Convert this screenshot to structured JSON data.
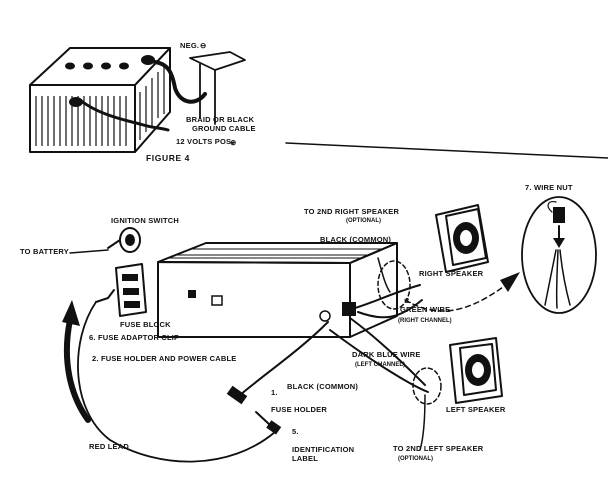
{
  "figure": {
    "caption": "FIGURE 4",
    "battery": {
      "neg_label": "NEG.",
      "neg_symbol": "⊖",
      "ground_label_line1": "BRAID OR BLACK",
      "ground_label_line2": "GROUND CABLE",
      "pos_label": "12 VOLTS POS.",
      "pos_symbol": "⊕"
    }
  },
  "wiring": {
    "ignition_switch": "IGNITION SWITCH",
    "to_battery": "TO BATTERY",
    "fuse_block": "FUSE BLOCK",
    "fuse_adaptor_clip": "6. FUSE ADAPTOR CLIP",
    "fuse_holder_power_cable": "2. FUSE HOLDER AND POWER CABLE",
    "num_1": "1.",
    "fuse_holder": "FUSE HOLDER",
    "num_5": "5.",
    "identification_label_line1": "IDENTIFICATION",
    "identification_label_line2": "LABEL",
    "red_lead": "RED LEAD",
    "to_2nd_right_speaker": "TO 2ND RIGHT SPEAKER",
    "optional_top": "(OPTIONAL)",
    "black_common_top": "BLACK (COMMON)",
    "right_speaker": "RIGHT SPEAKER",
    "num_3": "3.",
    "green_wire": "GREEN WIRE",
    "right_channel": "(RIGHT CHANNEL)",
    "dark_blue_wire": "DARK BLUE WIRE",
    "left_channel": "(LEFT CHANNEL)",
    "black_common_bottom": "BLACK (COMMON)",
    "left_speaker": "LEFT SPEAKER",
    "to_2nd_left_speaker": "TO 2ND LEFT SPEAKER",
    "optional_bottom": "(OPTIONAL)",
    "wire_nut": "7. WIRE NUT"
  }
}
